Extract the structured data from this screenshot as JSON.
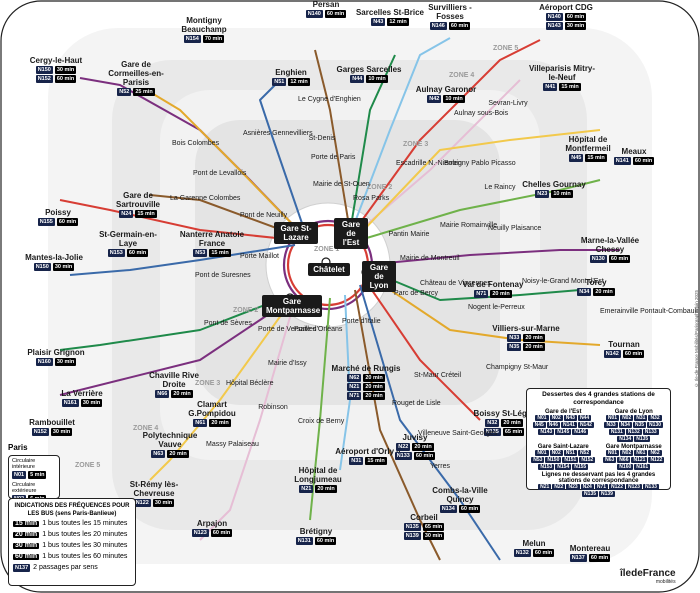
{
  "colors": {
    "zone_light": "#e9e9e9",
    "zone_mid": "#dcdcdc",
    "zone_center": "#c7c7c7",
    "badge_navy": "#17244a",
    "freq_black": "#000000",
    "lines": [
      "#e3a92c",
      "#3a6aa9",
      "#7b2f7e",
      "#1f8a4a",
      "#d73d34",
      "#86c4e8",
      "#8a5a2b",
      "#e6bed5",
      "#6fb24a",
      "#f2c94c"
    ]
  },
  "zones": {
    "z1": "ZONE 1",
    "z2": "ZONE 2",
    "z3": "ZONE 3",
    "z4": "ZONE 4",
    "z5": "ZONE 5"
  },
  "hubs": {
    "est": "Gare de l'Est",
    "lazare": "Gare St-Lazare",
    "chatelet": "Châtelet",
    "lyon": "Gare de Lyon",
    "montparnasse": "Gare Montparnasse"
  },
  "terminals": [
    {
      "name": "Persan",
      "badges": [
        "N140"
      ],
      "freqs": [
        "60 min"
      ]
    },
    {
      "name": "Sarcelles St-Brice",
      "badges": [
        "N43"
      ],
      "freqs": [
        "12 min"
      ]
    },
    {
      "name": "Survilliers - Fosses",
      "badges": [
        "N146"
      ],
      "freqs": [
        "60 min"
      ]
    },
    {
      "name": "Aéroport CDG",
      "badges": [
        "N140",
        "N143"
      ],
      "freqs": [
        "60 min",
        "30 min"
      ]
    },
    {
      "name": "Montigny Beauchamp",
      "badges": [
        "N154"
      ],
      "freqs": [
        "70 min"
      ]
    },
    {
      "name": "Cergy-le-Haut",
      "badges": [
        "N150",
        "N152"
      ],
      "freqs": [
        "30 min",
        "60 min"
      ]
    },
    {
      "name": "Gare de Cormeilles-en-Parisis",
      "badges": [
        "N52"
      ],
      "freqs": [
        "25 min"
      ]
    },
    {
      "name": "Enghien",
      "badges": [
        "N51"
      ],
      "freqs": [
        "12 min"
      ]
    },
    {
      "name": "Garges Sarcelles",
      "badges": [
        "N44"
      ],
      "freqs": [
        "10 min"
      ]
    },
    {
      "name": "Villeparisis Mitry-le-Neuf",
      "badges": [
        "N41"
      ],
      "freqs": [
        "15 min"
      ]
    },
    {
      "name": "Aulnay Garonor",
      "badges": [
        "N42"
      ],
      "freqs": [
        "10 min"
      ]
    },
    {
      "name": "Hôpital de Montfermeil",
      "badges": [
        "N45"
      ],
      "freqs": [
        "15 min"
      ]
    },
    {
      "name": "Meaux",
      "badges": [
        "N141"
      ],
      "freqs": [
        "60 min"
      ]
    },
    {
      "name": "Chelles Gournay",
      "badges": [
        "N23"
      ],
      "freqs": [
        "10 min"
      ]
    },
    {
      "name": "Gare de Sartrouville",
      "badges": [
        "N24"
      ],
      "freqs": [
        "15 min"
      ]
    },
    {
      "name": "Poissy",
      "badges": [
        "N155"
      ],
      "freqs": [
        "60 min"
      ]
    },
    {
      "name": "St-Germain-en-Laye",
      "badges": [
        "N153"
      ],
      "freqs": [
        "60 min"
      ]
    },
    {
      "name": "Nanterre Anatole France",
      "badges": [
        "N53"
      ],
      "freqs": [
        "15 min"
      ]
    },
    {
      "name": "Mantes-la-Jolie",
      "badges": [
        "N150"
      ],
      "freqs": [
        "30 min"
      ]
    },
    {
      "name": "Marne-la-Vallée Chessy",
      "badges": [
        "N130"
      ],
      "freqs": [
        "60 min"
      ]
    },
    {
      "name": "Val de Fontenay",
      "badges": [
        "N71"
      ],
      "freqs": [
        "20 min"
      ]
    },
    {
      "name": "Torcy",
      "badges": [
        "N34"
      ],
      "freqs": [
        "20 min"
      ]
    },
    {
      "name": "Villiers-sur-Marne",
      "badges": [
        "N33",
        "N35"
      ],
      "freqs": [
        "20 min",
        "20 min"
      ]
    },
    {
      "name": "Tournan",
      "badges": [
        "N142"
      ],
      "freqs": [
        "60 min"
      ]
    },
    {
      "name": "Plaisir Grignon",
      "badges": [
        "N160"
      ],
      "freqs": [
        "30 min"
      ]
    },
    {
      "name": "La Verrière",
      "badges": [
        "N161"
      ],
      "freqs": [
        "30 min"
      ]
    },
    {
      "name": "Chaville Rive Droite",
      "badges": [
        "N66"
      ],
      "freqs": [
        "20 min"
      ]
    },
    {
      "name": "Clamart G.Pompidou",
      "badges": [
        "N61"
      ],
      "freqs": [
        "20 min"
      ]
    },
    {
      "name": "Rambouillet",
      "badges": [
        "N152"
      ],
      "freqs": [
        "30 min"
      ]
    },
    {
      "name": "Polytechnique Vauve",
      "badges": [
        "N63"
      ],
      "freqs": [
        "20 min"
      ]
    },
    {
      "name": "St-Rémy lès-Chevreuse",
      "badges": [
        "N122"
      ],
      "freqs": [
        "30 min"
      ]
    },
    {
      "name": "Marché de Rungis",
      "badges": [
        "N62",
        "N21",
        "N71"
      ],
      "freqs": [
        "20 min",
        "20 min",
        "20 min"
      ]
    },
    {
      "name": "Boissy St-Léger",
      "badges": [
        "N32",
        "N135"
      ],
      "freqs": [
        "20 min",
        "65 min"
      ]
    },
    {
      "name": "Hôpital de Longjumeau",
      "badges": [
        "N21"
      ],
      "freqs": [
        "20 min"
      ]
    },
    {
      "name": "Aéroport d'Orly 4",
      "badges": [
        "N31"
      ],
      "freqs": [
        "15 min"
      ]
    },
    {
      "name": "Juvisy",
      "badges": [
        "N22",
        "N133"
      ],
      "freqs": [
        "20 min",
        "60 min"
      ]
    },
    {
      "name": "Arpajon",
      "badges": [
        "N123"
      ],
      "freqs": [
        "60 min"
      ]
    },
    {
      "name": "Brétigny",
      "badges": [
        "N131"
      ],
      "freqs": [
        "60 min"
      ]
    },
    {
      "name": "Corbeil",
      "badges": [
        "N135",
        "N139"
      ],
      "freqs": [
        "65 min",
        "30 min"
      ]
    },
    {
      "name": "Combs-la-Ville Quincy",
      "badges": [
        "N134"
      ],
      "freqs": [
        "60 min"
      ]
    },
    {
      "name": "Melun",
      "badges": [
        "N132"
      ],
      "freqs": [
        "60 min"
      ]
    },
    {
      "name": "Montereau",
      "badges": [
        "N137"
      ],
      "freqs": [
        "60 min"
      ]
    }
  ],
  "stops": {
    "le_cygne": "Le Cygne d'Enghien",
    "st_denis": "St-Denis",
    "porte_paris": "Porte de Paris",
    "asnieres": "Asnières Gennevilliers",
    "bois_colombes": "Bois Colombes",
    "mairie_st_ouen": "Mairie de St-Ouen",
    "rosa_parks": "Rosa Parks",
    "sevran": "Sevran-Livry",
    "aulnay_bois": "Aulnay sous-Bois",
    "escadrille": "Escadrille N.-Niemen",
    "bobigny": "Bobigny Pablo Picasso",
    "le_raincy": "Le Raincy",
    "pont_levallois": "Pont de Levallois",
    "garenne": "La Garenne Colombes",
    "pont_neuilly": "Pont de Neuilly",
    "porte_maillot": "Porte Maillot",
    "pont_suresnes": "Pont de Suresnes",
    "pantin": "Pantin Mairie",
    "romainville": "Mairie Romainville",
    "neuilly_plaisance": "Neuilly Plaisance",
    "mairie_montreuil": "Mairie de Montreuil",
    "chateau_vincennes": "Château de Vincennes",
    "parc_bercy": "Parc de Bercy",
    "noisy": "Noisy-le-Grand Mont d'Est",
    "nogent": "Nogent le-Perreux",
    "emerainville": "Emerainville Pontault-Combault",
    "pont_sevres": "Pont de Sèvres",
    "porte_versailles": "Porte de Versailles",
    "porte_orleans": "Porte d'Orléans",
    "porte_italie": "Porte d'Italie",
    "champigny": "Champigny St-Maur",
    "st_maur": "St-Maur Créteil",
    "mairie_issy": "Mairie d'Issy",
    "hopital_beclere": "Hôpital Béclère",
    "robinson": "Robinson",
    "croix_berny": "Croix de Berny",
    "massy": "Massy Palaiseau",
    "rouget": "Rouget de Lisle",
    "villeneuve": "Villeneuve Saint-Georges",
    "yerres": "Yerres"
  },
  "legend_paris": {
    "title": "Paris",
    "inner_label": "Circulaire intérieure",
    "inner_badge": "N01",
    "inner_freq": "5 min",
    "outer_label": "Circulaire extérieure",
    "outer_badge": "N02",
    "outer_freq": "6 min"
  },
  "legend_freq": {
    "title": "INDICATIONS DES FRÉQUENCES POUR LES BUS (sens Paris-Banlieue)",
    "items": [
      {
        "freq": "15 min",
        "text": "1 bus toutes les 15 minutes"
      },
      {
        "freq": "20 min",
        "text": "1 bus toutes les 20 minutes"
      },
      {
        "freq": "30 min",
        "text": "1 bus toutes les 30 minutes"
      },
      {
        "freq": "60 min",
        "text": "1 bus toutes les 60 minutes"
      }
    ],
    "pass_badge": "N137",
    "pass_text": "2 passages par sens"
  },
  "legend_stations": {
    "title": "Dessertes des 4 grandes stations de correspondance",
    "est_title": "Gare de l'Est",
    "est_badges": [
      "N01",
      "N02",
      "N43",
      "N44",
      "N45",
      "N46",
      "N141",
      "N142",
      "N143",
      "N145",
      "N146"
    ],
    "lyon_title": "Gare de Lyon",
    "lyon_badges": [
      "N01",
      "N02",
      "N31",
      "N32",
      "N33",
      "N34",
      "N35",
      "N130",
      "N131",
      "N132",
      "N133",
      "N134",
      "N135"
    ],
    "lazare_title": "Gare Saint-Lazare",
    "lazare_badges": [
      "N01",
      "N02",
      "N51",
      "N52",
      "N53",
      "N150",
      "N151",
      "N152",
      "N153",
      "N154",
      "N155"
    ],
    "montp_title": "Gare Montparnasse",
    "montp_badges": [
      "N01",
      "N02",
      "N61",
      "N62",
      "N63",
      "N66",
      "N121",
      "N122",
      "N160",
      "N161"
    ],
    "others_title": "Lignes ne desservant pas les 4 grandes stations de correspondance",
    "others_badges": [
      "N21",
      "N22",
      "N23",
      "N24",
      "N71",
      "N122",
      "N123",
      "N133",
      "N135",
      "N139"
    ]
  },
  "footer": {
    "brand": "îledeFrance",
    "brand_sub": "mobilités",
    "credit": "© Ile-de-France Mobilités/Parisgraphe-juin 2025"
  }
}
